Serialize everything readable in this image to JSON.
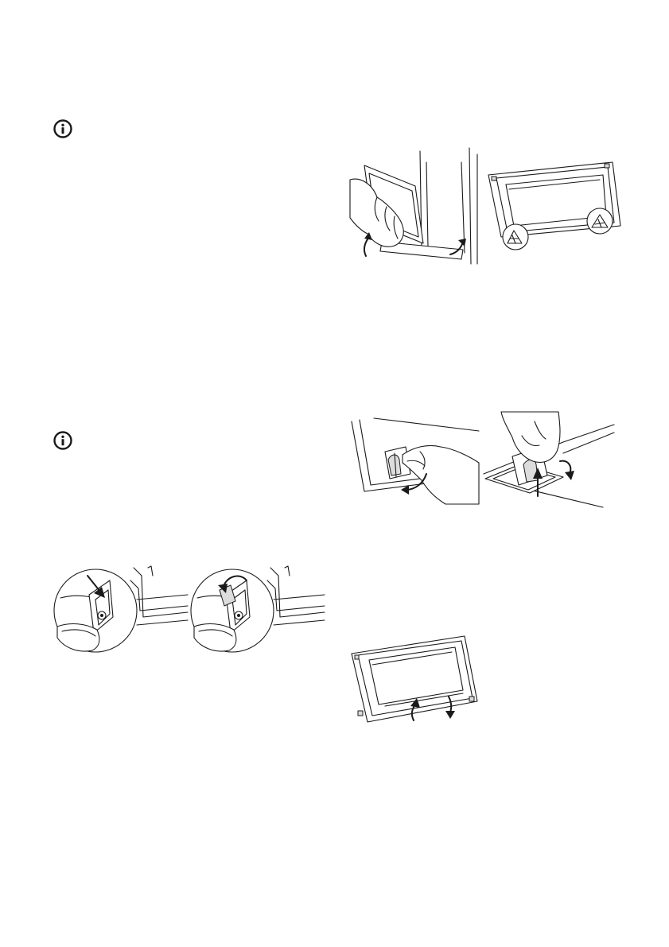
{
  "page": {
    "background": "#ffffff",
    "ink": "#1a1a1a"
  },
  "icons": [
    "info-icon",
    "info-icon"
  ],
  "illustrations": [
    "door-removal-lift-illustration",
    "door-glass-clips-illustration",
    "hinge-lever-fold-illustration",
    "hinge-lever-lift-illustration",
    "hinge-lock-press-illustration",
    "hinge-lock-rotate-illustration",
    "door-glass-panel-illustration"
  ]
}
